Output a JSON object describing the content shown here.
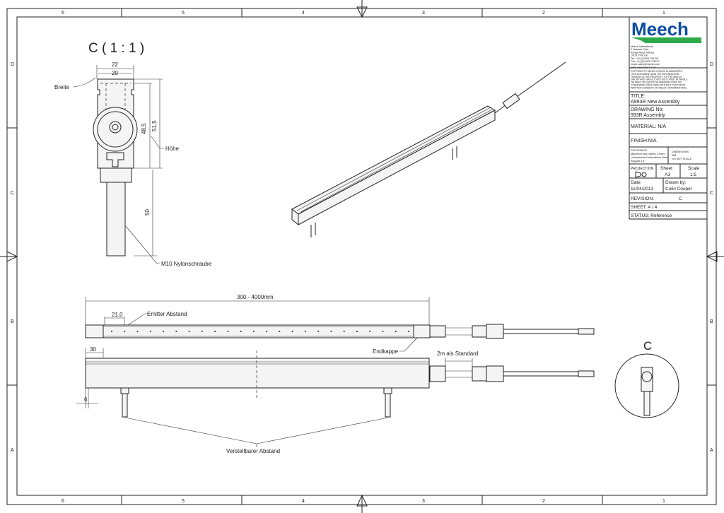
{
  "frame": {
    "columns": [
      "6",
      "5",
      "4",
      "3",
      "2",
      "1"
    ],
    "rows": [
      "D",
      "C",
      "B",
      "A"
    ]
  },
  "detail_view": {
    "title": "C ( 1 : 1 )",
    "dim_width_outer": "22",
    "dim_width_inner": "20",
    "label_width": "Breite",
    "dim_height_inner": "48,5",
    "dim_height_outer": "51,5",
    "label_height": "Höhe",
    "dim_screw": "50",
    "label_screw": "M10 Nylonschraube"
  },
  "front_view": {
    "dim_length": "300 - 4000mm",
    "dim_emitter": "21,0",
    "label_emitter": "Emitter Abstand",
    "label_endcap": "Endkappe",
    "emitter_count": 24
  },
  "side_view": {
    "dim_offset": "30",
    "dim_small": "6",
    "label_cable": "2m als Standard",
    "label_adjustable": "Verstellbarer Abstand"
  },
  "detail_marker": {
    "label": "C"
  },
  "title_block": {
    "logo_text": "Meech",
    "brand_color": "#0b4ea2",
    "accent_color": "#2eaa4a",
    "address": [
      "Meech International",
      "2 Network Point",
      "Range Road, Witney",
      "OX29 0YN, UK",
      "Tel: +44 (0)1993 706700",
      "Fax: +44 (0)1993 776977",
      "email: sales@meech.com",
      "web: www.meech.com"
    ],
    "copyright": [
      "COPYRIGHT © MEECH STATIC ELIMINATORS",
      "THIS DOCUMENT AND THE INFORMATION",
      "THEREIN IS THE PROPERTY OF THE MEECH",
      "GROUP AND SHOULD NOT BE COPIED IN WHOLE",
      "OR PART OR USED FOR MANUFACTURE OR",
      "OTHERWISE DISCLOSED WITHOUT THE PRIOR",
      "WRITTEN CONSENT OF MEECH INTERNATIONAL"
    ],
    "title_label": "TITLE:",
    "title_value": "A993R New Assembly",
    "drawing_no_label": "DRAWING No:",
    "drawing_no_value": "993R Assembly",
    "material": "MATERIAL: N/A",
    "finish": "FINISH:N/A",
    "tolerance": [
      "TOLERANCE",
      "Machined Non Metric 0.5mm",
      "Unmachined Fabrications 2mm",
      "Angular 0.5°"
    ],
    "dimensions": [
      "DIMENSIONS",
      "MM",
      "DO NOT SCALE"
    ],
    "projection_label": "PROJECTION",
    "sheet_label": "Sheet",
    "sheet_value": "A3",
    "scale_label": "Scale",
    "scale_value": "1:5",
    "date_label": "Date:",
    "date_value": "11/04/2013",
    "drawn_by_label": "Drawn by:",
    "drawn_by_value": "Colin Cooper",
    "revision_label": "REVISION:",
    "revision_value": "C",
    "sheet_count": "SHEET: 4 / 4",
    "status": "STATUS: Reference"
  }
}
